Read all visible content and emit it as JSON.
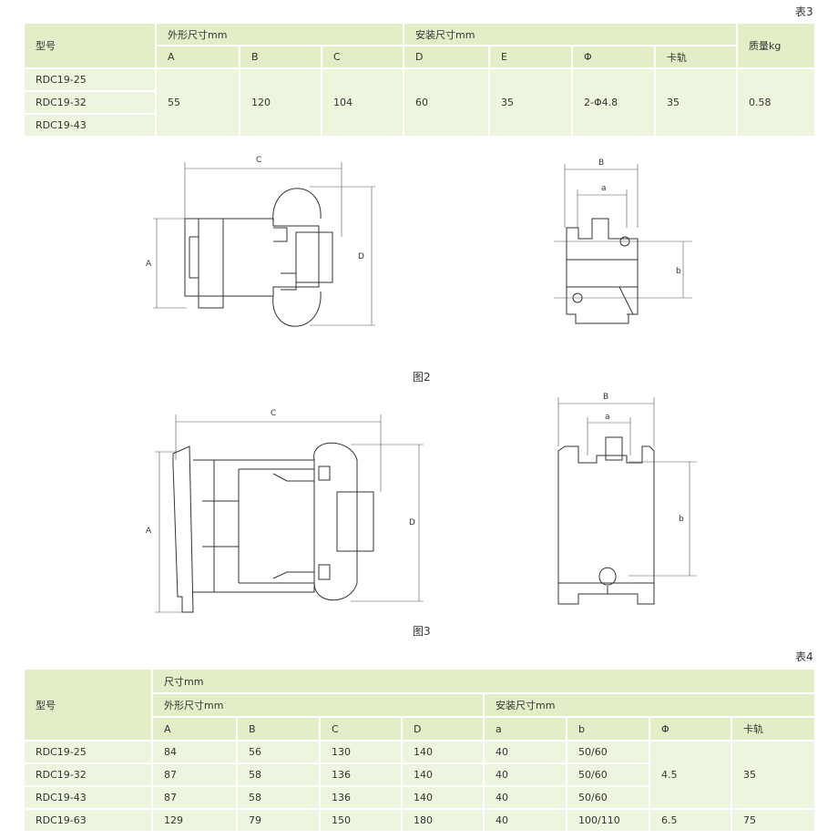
{
  "table3": {
    "label": "表3",
    "h_model": "型号",
    "h_outer": "外形尺寸mm",
    "h_mount": "安装尺寸mm",
    "h_weight": "质量kg",
    "cols": [
      "A",
      "B",
      "C",
      "D",
      "E",
      "Φ",
      "卡轨"
    ],
    "models": [
      "RDC19-25",
      "RDC19-32",
      "RDC19-43"
    ],
    "values": [
      "55",
      "120",
      "104",
      "60",
      "35",
      "2-Φ4.8",
      "35"
    ],
    "weight": "0.58"
  },
  "figure2": {
    "label": "图2",
    "dims": {
      "A": "A",
      "C": "C",
      "D": "D",
      "B": "B",
      "a": "a",
      "b": "b"
    }
  },
  "figure3": {
    "label": "图3",
    "dims": {
      "A": "A",
      "C": "C",
      "D": "D",
      "B": "B",
      "a": "a",
      "b": "b"
    }
  },
  "table4": {
    "label": "表4",
    "h_model": "型号",
    "h_size": "尺寸mm",
    "h_outer": "外形尺寸mm",
    "h_mount": "安装尺寸mm",
    "cols": [
      "A",
      "B",
      "C",
      "D",
      "a",
      "b",
      "Φ",
      "卡轨"
    ],
    "rows": [
      {
        "model": "RDC19-25",
        "A": "84",
        "B": "56",
        "C": "130",
        "D": "140",
        "a": "40",
        "b": "50/60"
      },
      {
        "model": "RDC19-32",
        "A": "87",
        "B": "58",
        "C": "136",
        "D": "140",
        "a": "40",
        "b": "50/60"
      },
      {
        "model": "RDC19-43",
        "A": "87",
        "B": "58",
        "C": "136",
        "D": "140",
        "a": "40",
        "b": "50/60"
      },
      {
        "model": "RDC19-63",
        "A": "129",
        "B": "79",
        "C": "150",
        "D": "180",
        "a": "40",
        "b": "100/110"
      }
    ],
    "phi_group": "4.5",
    "rail_group": "35",
    "phi_63": "6.5",
    "rail_63": "75"
  }
}
